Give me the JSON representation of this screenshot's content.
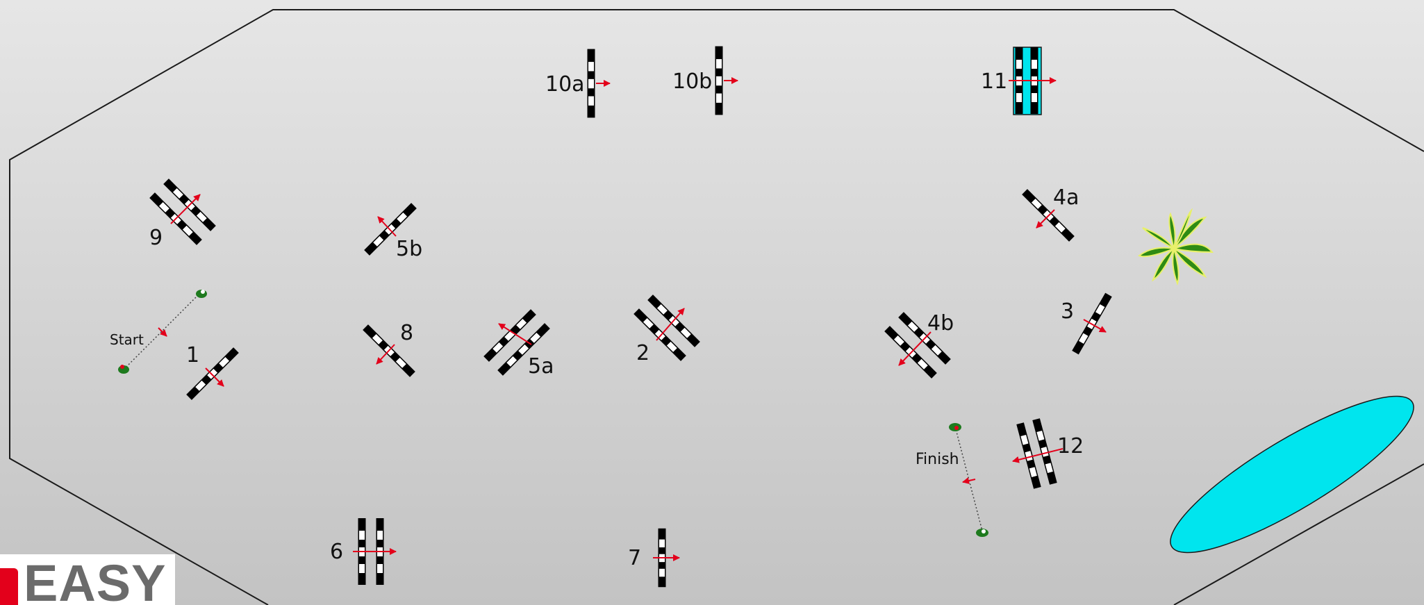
{
  "course": {
    "start_label": "Start",
    "finish_label": "Finish",
    "obstacles": [
      {
        "id": "1",
        "label": "1"
      },
      {
        "id": "2",
        "label": "2"
      },
      {
        "id": "3",
        "label": "3"
      },
      {
        "id": "4a",
        "label": "4a"
      },
      {
        "id": "4b",
        "label": "4b"
      },
      {
        "id": "5a",
        "label": "5a"
      },
      {
        "id": "5b",
        "label": "5b"
      },
      {
        "id": "6",
        "label": "6"
      },
      {
        "id": "7",
        "label": "7"
      },
      {
        "id": "8",
        "label": "8"
      },
      {
        "id": "9",
        "label": "9"
      },
      {
        "id": "10a",
        "label": "10a"
      },
      {
        "id": "10b",
        "label": "10b"
      },
      {
        "id": "11",
        "label": "11"
      },
      {
        "id": "12",
        "label": "12"
      }
    ]
  },
  "logo": {
    "text": "EASY"
  },
  "colors": {
    "pole": "#000000",
    "pole_marking": "#ffffff",
    "direction_arrow": "#e3001b",
    "water": "#00e5ee",
    "arena_outline": "#1a1a1a",
    "plant": "#2e8b14",
    "flag_green": "#1e7a1e",
    "flag_red": "#e3001b"
  },
  "icons": [
    "jump-pole-icon",
    "direction-arrow-icon",
    "plant-icon",
    "water-pond-icon",
    "flag-icon"
  ]
}
